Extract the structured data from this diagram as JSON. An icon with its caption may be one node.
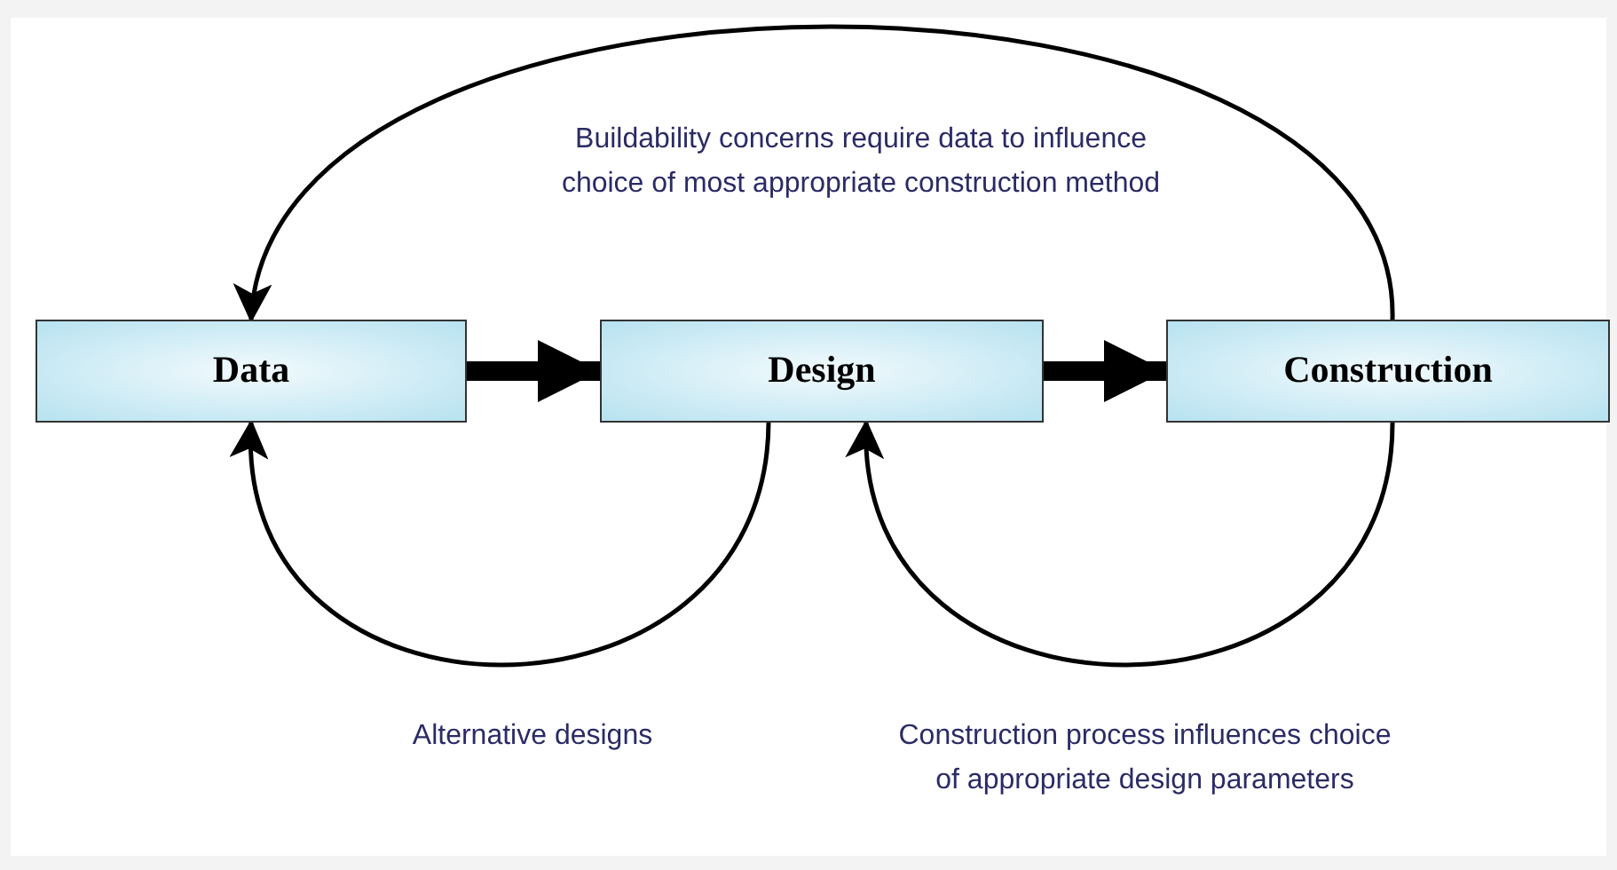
{
  "diagram": {
    "nodes": [
      {
        "text": [
          "Data"
        ]
      },
      {
        "text": [
          "Design"
        ]
      },
      {
        "text": [
          "Construction"
        ]
      }
    ],
    "edges": [
      {
        "from": 0,
        "to": 1,
        "arrow": "to",
        "style": "thick"
      },
      {
        "from": 1,
        "to": 2,
        "arrow": "to",
        "style": "thick"
      },
      {
        "from": 2,
        "to": 0,
        "arrow": "to",
        "label": "Buildability concerns require data to influence choice of most appropriate construction method"
      },
      {
        "from": 1,
        "to": 0,
        "arrow": "to",
        "label": "Alternative designs"
      },
      {
        "from": 2,
        "to": 1,
        "arrow": "to",
        "label": "Construction process influences choice of appropriate design parameters"
      }
    ]
  }
}
